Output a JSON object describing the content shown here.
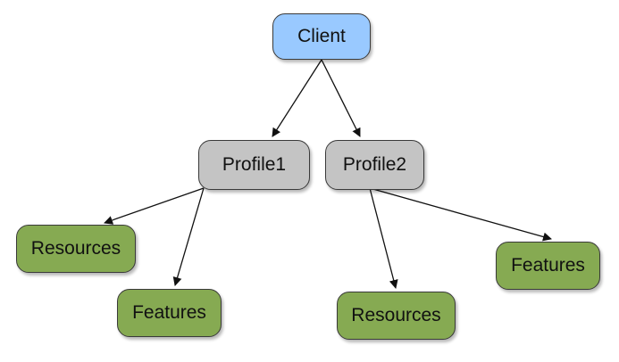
{
  "diagram": {
    "type": "tree",
    "colors": {
      "root": "#99c9ff",
      "profile": "#c4c4c4",
      "leaf": "#86aa52",
      "border": "#3a3a3a",
      "edge": "#111111"
    },
    "nodes": {
      "client": {
        "label": "Client"
      },
      "profile1": {
        "label": "Profile1"
      },
      "profile2": {
        "label": "Profile2"
      },
      "p1_resources": {
        "label": "Resources"
      },
      "p1_features": {
        "label": "Features"
      },
      "p2_resources": {
        "label": "Resources"
      },
      "p2_features": {
        "label": "Features"
      }
    },
    "edges": [
      {
        "from": "client",
        "to": "profile1"
      },
      {
        "from": "client",
        "to": "profile2"
      },
      {
        "from": "profile1",
        "to": "p1_resources"
      },
      {
        "from": "profile1",
        "to": "p1_features"
      },
      {
        "from": "profile2",
        "to": "p2_resources"
      },
      {
        "from": "profile2",
        "to": "p2_features"
      }
    ]
  }
}
